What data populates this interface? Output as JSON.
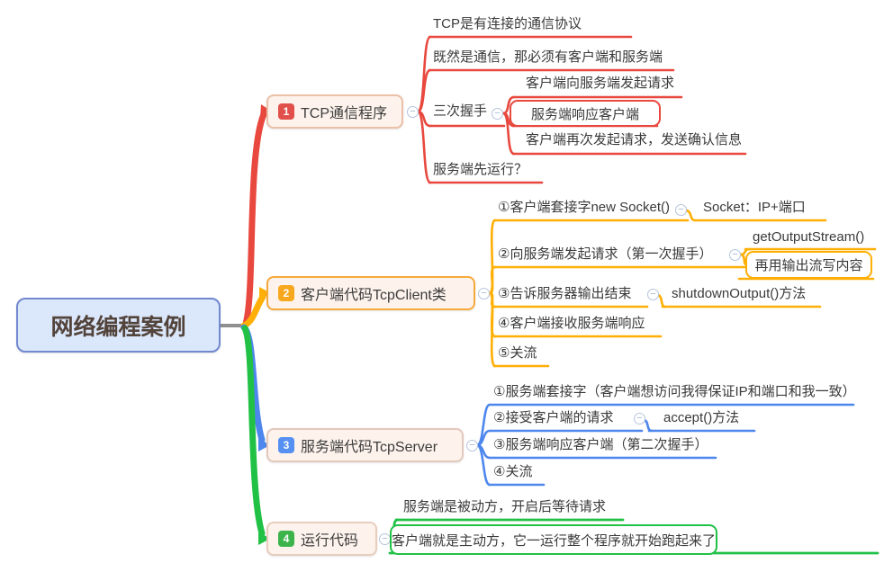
{
  "ui": {
    "collapse_glyph": "−"
  },
  "colors": {
    "branch1": "#e8483e",
    "branch2": "#ffaf05",
    "branch3": "#4d87ee",
    "branch4": "#21c146",
    "root_bg": "#dbe7fa",
    "root_border": "#7289d0",
    "node_bg": "#fdf3ec"
  },
  "root": {
    "label": "网络编程案例"
  },
  "branches": [
    {
      "badge": "1",
      "label": "TCP通信程序",
      "color": "#e8483e",
      "children": [
        {
          "label": "TCP是有连接的通信协议"
        },
        {
          "label": "既然是通信，那必须有客户端和服务端"
        },
        {
          "label": "三次握手",
          "children": [
            {
              "label": "客户端向服务端发起请求"
            },
            {
              "label": "服务端响应客户端",
              "boxed": true
            },
            {
              "label": "客户端再次发起请求，发送确认信息"
            }
          ]
        },
        {
          "label": "服务端先运行？"
        }
      ]
    },
    {
      "badge": "2",
      "label": "客户端代码TcpClient类",
      "color": "#ffaf05",
      "children": [
        {
          "label": "①客户端套接字new Socket()",
          "children": [
            {
              "label": "Socket：IP+端口"
            }
          ]
        },
        {
          "label": "②向服务端发起请求（第一次握手）",
          "children": [
            {
              "label": "getOutputStream()"
            },
            {
              "label": "再用输出流写内容",
              "boxed": true
            }
          ]
        },
        {
          "label": "③告诉服务器输出结束",
          "children": [
            {
              "label": "shutdownOutput()方法"
            }
          ]
        },
        {
          "label": "④客户端接收服务端响应"
        },
        {
          "label": "⑤关流"
        }
      ]
    },
    {
      "badge": "3",
      "label": "服务端代码TcpServer",
      "color": "#4d87ee",
      "children": [
        {
          "label": "①服务端套接字（客户端想访问我得保证IP和端口和我一致）"
        },
        {
          "label": "②接受客户端的请求",
          "children": [
            {
              "label": "accept()方法"
            }
          ]
        },
        {
          "label": "③服务端响应客户端（第二次握手）"
        },
        {
          "label": "④关流"
        }
      ]
    },
    {
      "badge": "4",
      "label": "运行代码",
      "color": "#21c146",
      "children": [
        {
          "label": "服务端是被动方，开启后等待请求"
        },
        {
          "label": "客户端就是主动方，它一运行整个程序就开始跑起来了",
          "boxed": true
        }
      ]
    }
  ]
}
